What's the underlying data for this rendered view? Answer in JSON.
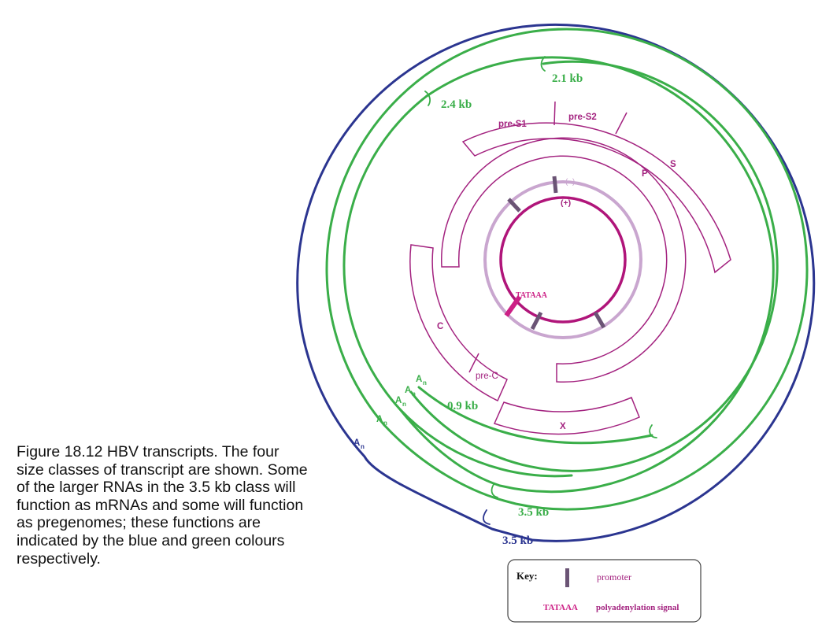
{
  "caption": "Figure 18.12 HBV transcripts. The four size classes of transcript are shown. Some of the larger RNAs in the 3.5 kb class will function as mRNAs and some will function as pregenomes; these functions are indicated by the blue and green colours respectively.",
  "colors": {
    "blue": "#2b3590",
    "green": "#3aae49",
    "magenta": "#a3227f",
    "dark_magenta": "#b0157a",
    "light_magenta": "#c9a6cf",
    "promoter": "#6b5475",
    "tataaa": "#cc1f85"
  },
  "labels": {
    "kb_2_1": "2.1 kb",
    "kb_2_4": "2.4 kb",
    "kb_0_9": "0.9 kb",
    "kb_3_5_green": "3.5 kb",
    "kb_3_5_blue": "3.5 kb",
    "pre_s1": "pre-S1",
    "pre_s2": "pre-S2",
    "s": "S",
    "p": "P",
    "c": "C",
    "pre_c": "pre-C",
    "x": "X",
    "minus_strand": "(–)",
    "plus_strand": "(+)",
    "tataaa": "TATAAA",
    "a": "A",
    "n": "n"
  },
  "key": {
    "title": "Key:",
    "promoter": "promoter",
    "tataaa_symbol": "TATAAA",
    "polyadenylation": "polyadenylation signal"
  }
}
